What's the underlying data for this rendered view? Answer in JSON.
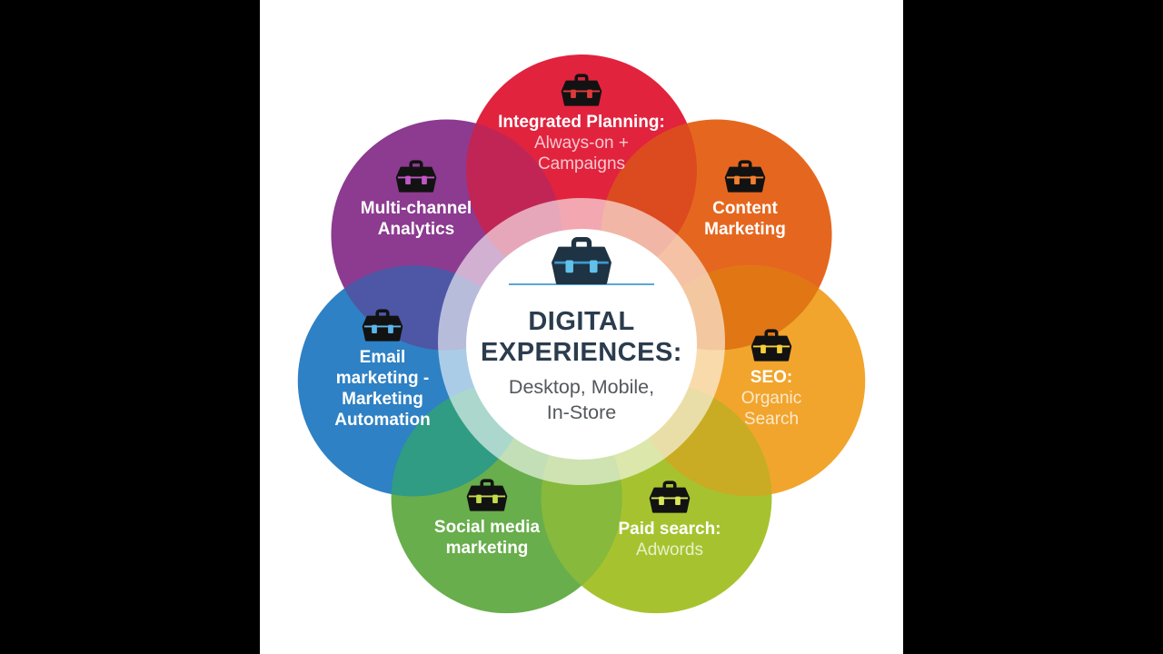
{
  "frame": {
    "bar_color": "#000000",
    "canvas_color": "#FFFFFF"
  },
  "diagram": {
    "ring": {
      "color": "#FFFFFF"
    },
    "center": {
      "icon": "toolbox-icon",
      "icon_colors": {
        "body": "#1E3343",
        "seam": "#3E98D2",
        "clasp": "#62C1EA",
        "underline": "#58A7D7"
      },
      "title_lines": [
        "DIGITAL",
        "EXPERIENCES:"
      ],
      "subtitle_lines": [
        "Desktop, Mobile,",
        "In-Store"
      ],
      "title_color": "#2B3C4E",
      "subtitle_color": "#53585C",
      "bg": "#FFFFFF"
    },
    "petals": [
      {
        "id": "integrated-planning",
        "icon": "toolbox-icon",
        "color": "#E1233E",
        "accent": "#DE3A3A",
        "lens_next": "#DC4A1F",
        "title_lines": [
          "Integrated Planning:"
        ],
        "subtitle_lines": [
          "Always-on +",
          "Campaigns"
        ]
      },
      {
        "id": "content-marketing",
        "icon": "toolbox-icon",
        "color": "#E5671F",
        "accent": "#F08030",
        "lens_next": "#E07614",
        "title_lines": [
          "Content",
          "Marketing"
        ],
        "subtitle_lines": []
      },
      {
        "id": "seo-organic-search",
        "icon": "toolbox-icon",
        "color": "#F1A52D",
        "accent": "#F7CE3A",
        "lens_next": "#C9AC23",
        "title_lines": [
          "SEO:"
        ],
        "subtitle_lines": [
          "Organic",
          "Search"
        ]
      },
      {
        "id": "paid-search-adwords",
        "icon": "toolbox-icon",
        "color": "#A6C32F",
        "accent": "#D9E65A",
        "lens_next": "#86B93C",
        "title_lines": [
          "Paid search:"
        ],
        "subtitle_lines": [
          "Adwords"
        ]
      },
      {
        "id": "social-media-marketing",
        "icon": "toolbox-icon",
        "color": "#68AE4C",
        "accent": "#C2DB4D",
        "lens_next": "#2F9C83",
        "title_lines": [
          "Social media",
          "marketing"
        ],
        "subtitle_lines": []
      },
      {
        "id": "email-marketing-automation",
        "icon": "toolbox-icon",
        "color": "#2E81C4",
        "accent": "#5CB5E9",
        "lens_next": "#4D57A6",
        "title_lines": [
          "Email",
          "marketing -",
          "Marketing",
          "Automation"
        ],
        "subtitle_lines": []
      },
      {
        "id": "multi-channel-analytics",
        "icon": "toolbox-icon",
        "color": "#8C3B90",
        "accent": "#C057C4",
        "lens_next": "#C12556",
        "title_lines": [
          "Multi-channel",
          "Analytics"
        ],
        "subtitle_lines": []
      }
    ]
  }
}
